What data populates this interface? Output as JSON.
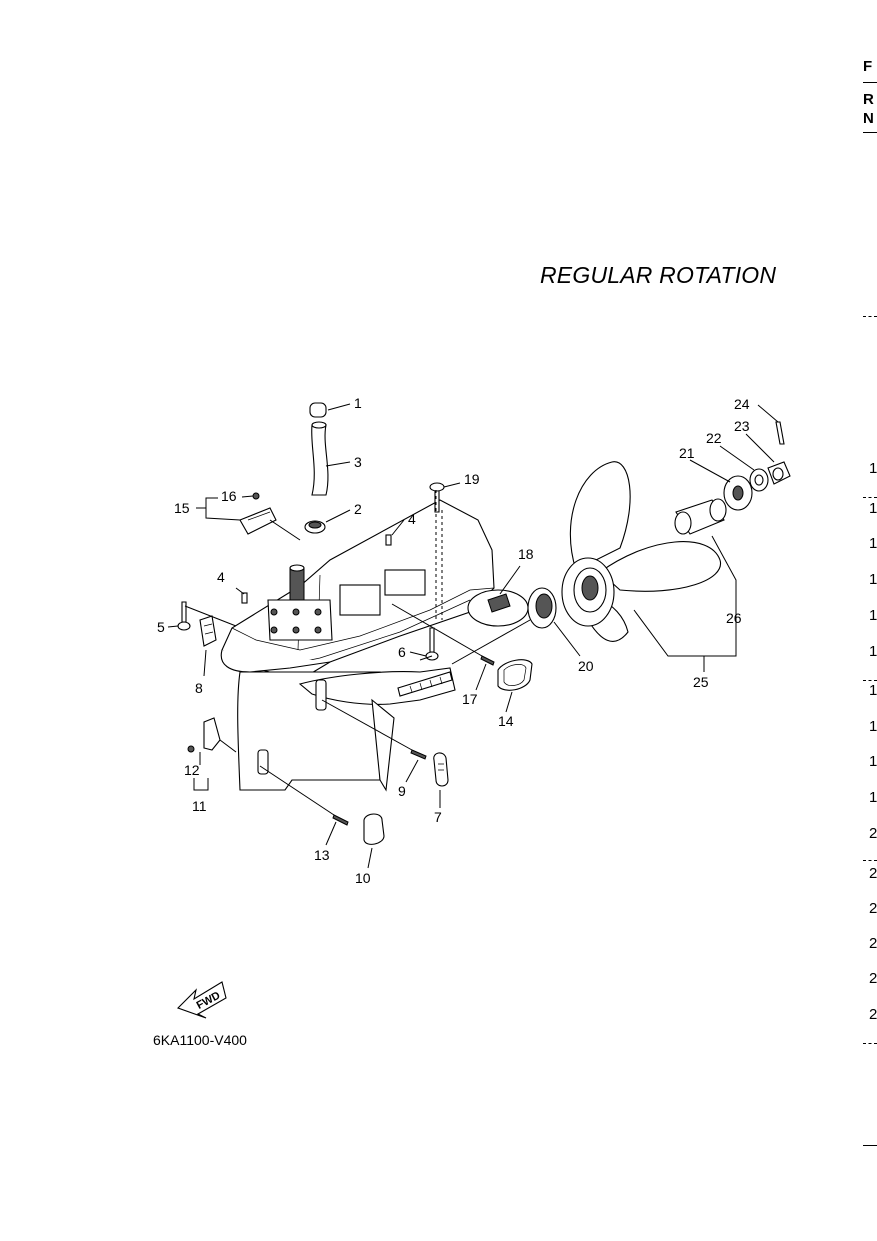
{
  "title": "REGULAR ROTATION",
  "figure_code": "6KA1100-V400",
  "fwd_label": "FWD",
  "edge": {
    "header_f": "F",
    "header_r": "R",
    "header_n": "N",
    "row_numbers": [
      "1",
      "1",
      "1",
      "1",
      "1",
      "1",
      "1",
      "1",
      "1",
      "1",
      "2",
      "2",
      "2",
      "2",
      "2",
      "2"
    ]
  },
  "callouts": [
    "1",
    "2",
    "3",
    "4",
    "4",
    "5",
    "6",
    "7",
    "8",
    "9",
    "10",
    "11",
    "12",
    "13",
    "14",
    "15",
    "16",
    "17",
    "18",
    "19",
    "20",
    "21",
    "22",
    "23",
    "24",
    "25",
    "26"
  ]
}
